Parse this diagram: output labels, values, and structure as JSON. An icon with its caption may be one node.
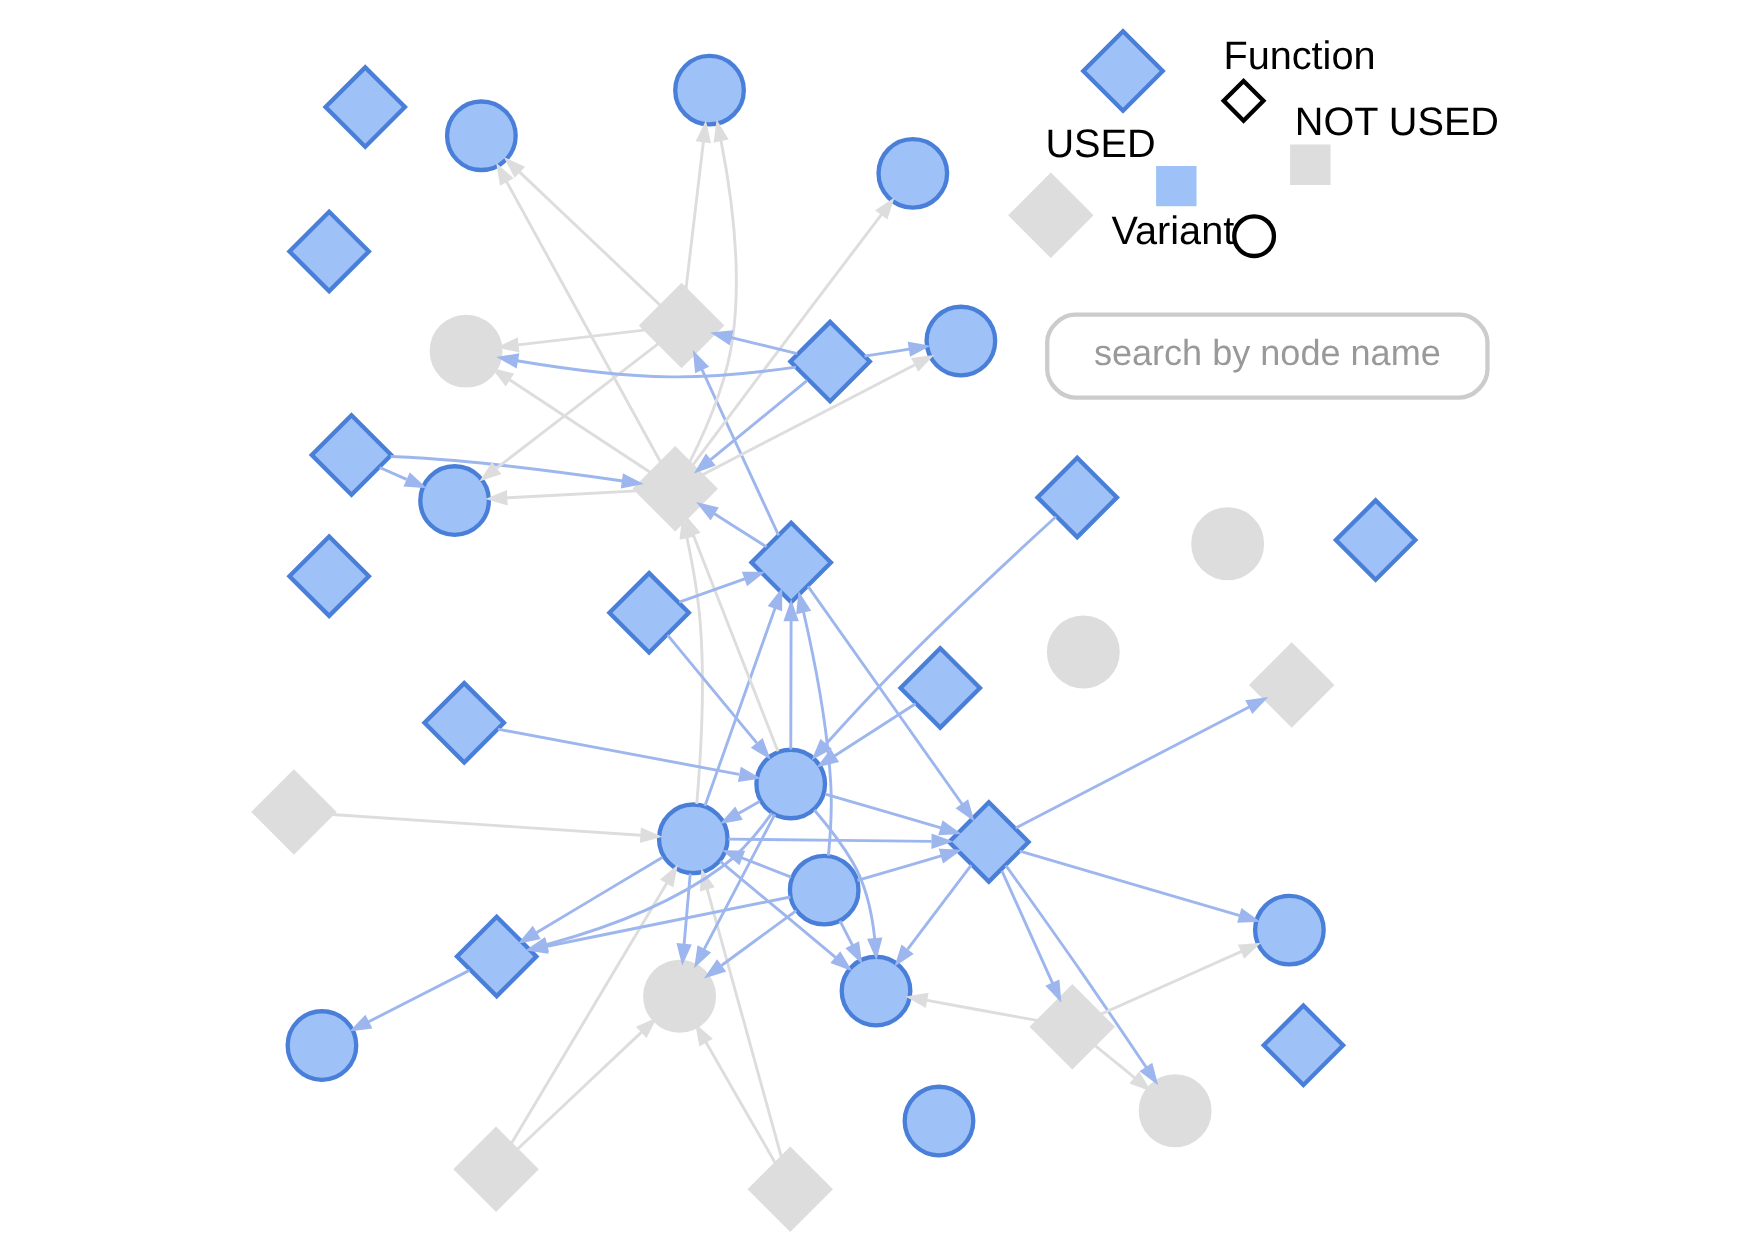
{
  "diagram": {
    "nodes": [
      {
        "text": [],
        "shape": "diamond"
      },
      {
        "text": [],
        "shape": "diamond"
      },
      {
        "text": [],
        "shape": "circle"
      },
      {
        "text": [],
        "shape": "diamond"
      },
      {
        "text": [],
        "shape": "diamond"
      },
      {
        "text": [],
        "shape": "circle"
      },
      {
        "text": [],
        "shape": "diamond"
      },
      {
        "text": [],
        "shape": "circle"
      },
      {
        "text": [],
        "shape": "circle"
      },
      {
        "text": [],
        "shape": "circle"
      },
      {
        "text": [],
        "shape": "diamond"
      },
      {
        "text": [],
        "shape": "diamond"
      },
      {
        "text": [],
        "shape": "diamond"
      },
      {
        "text": [],
        "shape": "diamond"
      },
      {
        "text": [],
        "shape": "circle"
      },
      {
        "text": [],
        "shape": "circle"
      },
      {
        "text": [],
        "shape": "diamond"
      },
      {
        "text": [],
        "shape": "circle"
      },
      {
        "text": [],
        "shape": "diamond"
      },
      {
        "text": [],
        "shape": "diamond"
      },
      {
        "text": [],
        "shape": "diamond"
      },
      {
        "text": [],
        "shape": "circle"
      },
      {
        "text": [],
        "shape": "diamond"
      },
      {
        "text": [],
        "shape": "diamond"
      },
      {
        "text": [],
        "shape": "circle"
      },
      {
        "text": [],
        "shape": "circle"
      },
      {
        "text": [],
        "shape": "circle"
      },
      {
        "text": [],
        "shape": "circle"
      },
      {
        "text": [],
        "shape": "diamond"
      },
      {
        "text": [],
        "shape": "diamond"
      },
      {
        "text": [],
        "shape": "diamond"
      },
      {
        "text": [],
        "shape": "circle"
      },
      {
        "text": [],
        "shape": "circle"
      },
      {
        "text": [],
        "shape": "diamond"
      },
      {
        "text": [],
        "shape": "diamond"
      },
      {
        "text": [],
        "shape": "diamond"
      },
      {
        "text": [],
        "shape": "diamond"
      },
      {
        "text": [],
        "shape": "circle"
      },
      {
        "text": [],
        "shape": "circle"
      },
      {
        "text": [],
        "shape": "diamond"
      }
    ],
    "edges": [
      {
        "from": 1,
        "to": 2,
        "arrow": "to",
        "color": "#dddddd"
      },
      {
        "from": 0,
        "to": 2,
        "arrow": "to",
        "color": "#dddddd"
      },
      {
        "from": 7,
        "to": 2,
        "arrow": "to"
      },
      {
        "from": 14,
        "to": 2,
        "arrow": "to"
      },
      {
        "from": 8,
        "to": 2,
        "arrow": "to"
      },
      {
        "from": 0,
        "to": 8,
        "arrow": "to",
        "color": "#dddddd"
      },
      {
        "from": 3,
        "to": 8,
        "arrow": "to",
        "color": "#dddddd"
      },
      {
        "from": 1,
        "to": 8,
        "arrow": "to",
        "color": "#dddddd"
      },
      {
        "from": 7,
        "to": 8,
        "arrow": "to"
      },
      {
        "from": 7,
        "to": 6,
        "arrow": "to"
      },
      {
        "from": 8,
        "to": 6,
        "arrow": "to"
      },
      {
        "from": 6,
        "to": 5,
        "arrow": "to"
      },
      {
        "from": 7,
        "to": 10,
        "arrow": "to"
      },
      {
        "from": 8,
        "to": 10,
        "arrow": "to"
      },
      {
        "from": 10,
        "to": 9,
        "arrow": "to"
      },
      {
        "from": 10,
        "to": 4,
        "arrow": "to"
      },
      {
        "from": 10,
        "to": 13,
        "arrow": "to"
      },
      {
        "from": 10,
        "to": 17,
        "arrow": "to"
      },
      {
        "from": 10,
        "to": 15,
        "arrow": "to"
      },
      {
        "from": 7,
        "to": 15,
        "arrow": "to"
      },
      {
        "from": 8,
        "to": 15,
        "arrow": "to"
      },
      {
        "from": 14,
        "to": 15,
        "arrow": "to"
      },
      {
        "from": 13,
        "to": 15,
        "arrow": "to",
        "color": "#dddddd"
      },
      {
        "from": 13,
        "to": 9,
        "arrow": "to",
        "color": "#dddddd"
      },
      {
        "from": 13,
        "to": 17,
        "arrow": "to",
        "color": "#dddddd"
      },
      {
        "from": 14,
        "to": 10,
        "arrow": "to"
      },
      {
        "from": 18,
        "to": 10,
        "arrow": "to"
      },
      {
        "from": 14,
        "to": 8,
        "arrow": "to"
      },
      {
        "from": 14,
        "to": 6,
        "arrow": "to"
      },
      {
        "from": 11,
        "to": 14,
        "arrow": "to"
      },
      {
        "from": 12,
        "to": 14,
        "arrow": "to"
      },
      {
        "from": 16,
        "to": 14,
        "arrow": "to"
      },
      {
        "from": 16,
        "to": 18,
        "arrow": "to"
      },
      {
        "from": 8,
        "to": 18,
        "arrow": "to"
      },
      {
        "from": 7,
        "to": 18,
        "arrow": "to"
      },
      {
        "from": 14,
        "to": 18,
        "arrow": "to"
      },
      {
        "from": 19,
        "to": 14,
        "arrow": "to"
      },
      {
        "from": 18,
        "to": 22,
        "arrow": "to"
      },
      {
        "from": 18,
        "to": 33,
        "arrow": "to"
      },
      {
        "from": 20,
        "to": 22,
        "arrow": "to"
      },
      {
        "from": 20,
        "to": 24,
        "arrow": "to"
      },
      {
        "from": 22,
        "to": 26,
        "arrow": "to",
        "color": "#dddddd"
      },
      {
        "from": 22,
        "to": 24,
        "arrow": "to",
        "color": "#dddddd"
      },
      {
        "from": 22,
        "to": 27,
        "arrow": "to",
        "color": "#dddddd"
      },
      {
        "from": 22,
        "to": 31,
        "arrow": "to",
        "color": "#dddddd"
      },
      {
        "from": 22,
        "to": 32,
        "arrow": "to",
        "color": "#dddddd"
      },
      {
        "from": 22,
        "to": 37,
        "arrow": "to",
        "color": "#dddddd"
      },
      {
        "from": 36,
        "to": 22,
        "arrow": "to"
      },
      {
        "from": 36,
        "to": 32,
        "arrow": "to"
      },
      {
        "from": 36,
        "to": 33,
        "arrow": "to"
      },
      {
        "from": 36,
        "to": 37,
        "arrow": "to"
      },
      {
        "from": 33,
        "to": 37,
        "arrow": "to",
        "color": "#dddddd"
      },
      {
        "from": 33,
        "to": 31,
        "arrow": "to",
        "color": "#dddddd"
      },
      {
        "from": 33,
        "to": 27,
        "arrow": "to",
        "color": "#dddddd"
      },
      {
        "from": 33,
        "to": 24,
        "arrow": "to",
        "color": "#dddddd"
      },
      {
        "from": 8,
        "to": 22,
        "arrow": "to",
        "color": "#dddddd"
      },
      {
        "from": 14,
        "to": 22,
        "arrow": "to",
        "color": "#dddddd"
      }
    ],
    "labels": [
      "search by node name"
    ],
    "legend": [
      {
        "text": "USED",
        "color": "#9ec2f7"
      },
      {
        "text": "NOT USED",
        "color": "#dddddd"
      },
      {
        "text": "Variant"
      },
      {
        "text": "Function"
      }
    ]
  }
}
